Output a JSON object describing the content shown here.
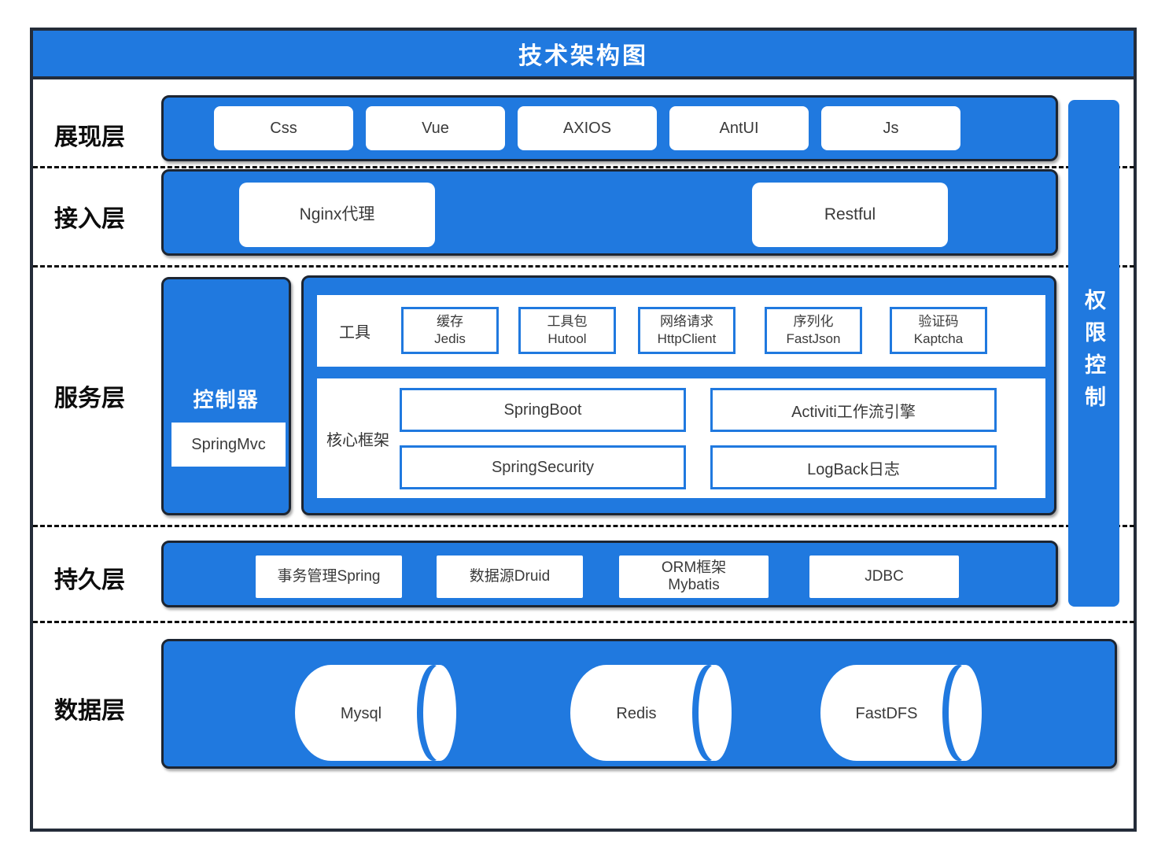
{
  "title": "技术架构图",
  "colors": {
    "primary_blue": "#2079DF",
    "frame_border": "#242C39",
    "chip_text": "#3A3A3A"
  },
  "side_bar": {
    "label": "权限控制"
  },
  "layers": {
    "presentation": {
      "label": "展现层",
      "items": [
        "Css",
        "Vue",
        "AXIOS",
        "AntUI",
        "Js"
      ]
    },
    "access": {
      "label": "接入层",
      "items": [
        "Nginx代理",
        "Restful"
      ]
    },
    "service": {
      "label": "服务层",
      "controller": {
        "title": "控制器",
        "item": "SpringMvc"
      },
      "tools": {
        "label": "工具",
        "items": [
          "缓存\nJedis",
          "工具包\nHutool",
          "网络请求\nHttpClient",
          "序列化\nFastJson",
          "验证码\nKaptcha"
        ]
      },
      "core": {
        "label": "核心框架",
        "items": [
          "SpringBoot",
          "Activiti工作流引擎",
          "SpringSecurity",
          "LogBack日志"
        ]
      }
    },
    "persistence": {
      "label": "持久层",
      "items": [
        "事务管理Spring",
        "数据源Druid",
        "ORM框架\nMybatis",
        "JDBC"
      ]
    },
    "data": {
      "label": "数据层",
      "items": [
        "Mysql",
        "Redis",
        "FastDFS"
      ]
    }
  }
}
